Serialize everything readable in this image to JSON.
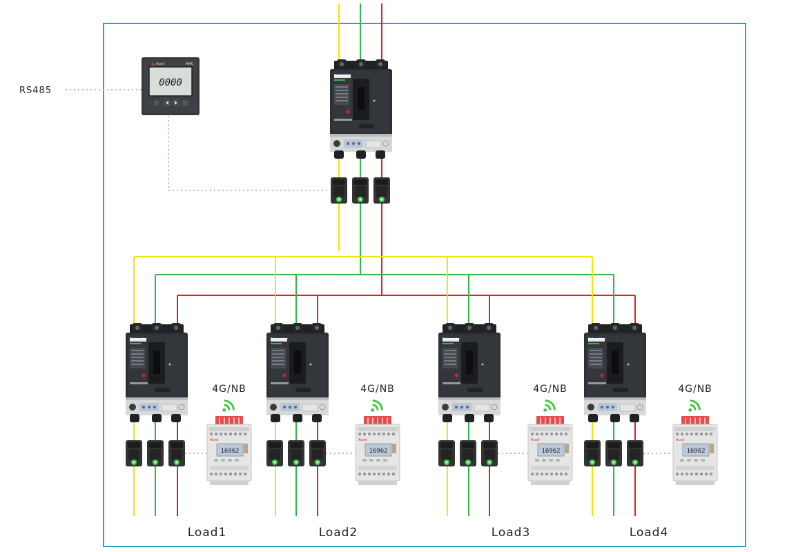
{
  "labels": {
    "rs485": "RS485",
    "meter_lcd": "0000",
    "meter_brand": "Acrel",
    "meter_model": "AMC",
    "breaker_brand": "Schneider",
    "breaker_sub": "Electric",
    "iot_lcd": "16962",
    "iot_brand": "Acrel"
  },
  "branches": [
    {
      "network": "4G/NB",
      "load": "Load1"
    },
    {
      "network": "4G/NB",
      "load": "Load2"
    },
    {
      "network": "4G/NB",
      "load": "Load3"
    },
    {
      "network": "4G/NB",
      "load": "Load4"
    }
  ],
  "colors": {
    "frame": "#2a9fd6",
    "phase_a": "#f2e600",
    "phase_b": "#2eb84a",
    "phase_c": "#e02020",
    "comm": "#b5b5b5",
    "breaker_body": "#2c2f33",
    "ct_body": "#333333",
    "ct_indicator": "#3fd14a",
    "terminal_red": "#e0484a",
    "wifi": "#3cc43c"
  }
}
